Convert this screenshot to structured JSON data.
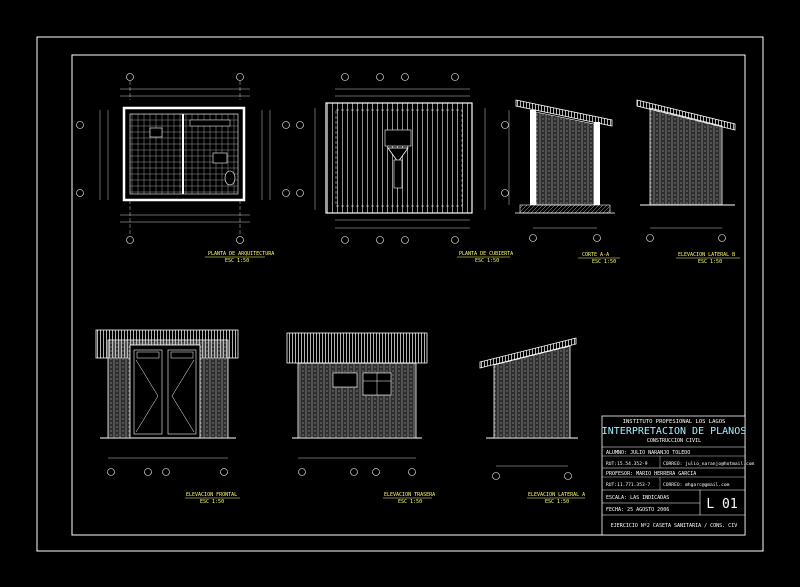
{
  "colors": {
    "background": "#000000",
    "linework": "#ffffff",
    "hatch": "#cfcfcf",
    "label_yellow": "#ffff66",
    "title_cyan": "#9ff2ff"
  },
  "views": {
    "plan_arch": {
      "title": "PLANTA DE ARQUITECTURA",
      "scale": "ESC 1:50"
    },
    "plan_roof": {
      "title": "PLANTA DE CUBIERTA",
      "scale": "ESC 1:50"
    },
    "section_aa": {
      "title": "CORTE A-A",
      "scale": "ESC 1:50"
    },
    "elev_lat_b": {
      "title": "ELEVACION LATERAL B",
      "scale": "ESC 1:50"
    },
    "elev_front": {
      "title": "ELEVACION FRONTAL",
      "scale": "ESC 1:50"
    },
    "elev_rear": {
      "title": "ELEVACION TRASERA",
      "scale": "ESC 1:50"
    },
    "elev_lat_a": {
      "title": "ELEVACION LATERAL A",
      "scale": "ESC 1:50"
    }
  },
  "title_block": {
    "institute": "INSTITUTO PROFESIONAL LOS LAGOS",
    "main_title": "INTERPRETACION DE PLANOS",
    "subtitle": "CONSTRUCCION CIVIL",
    "student": "ALUMNO: JULIO NARANJO TOLEDO",
    "student_rut": "RUT:15.54.352-9",
    "student_email": "CORREO: julio_naranjo@hotmail.com",
    "professor": "PROFESOR: MARIO HERRERA GARCIA",
    "professor_rut": "RUT:11.771.353-7",
    "professor_email": "CORREO: mhgarc@gmail.com",
    "scale": "ESCALA: LAS INDICADAS",
    "sheet": "L 01",
    "date": "FECHA:    25 AGOSTO 2006",
    "exercise": "EJERCICIO Nº2 CASETA SANITARIA / CONS. CIV"
  }
}
